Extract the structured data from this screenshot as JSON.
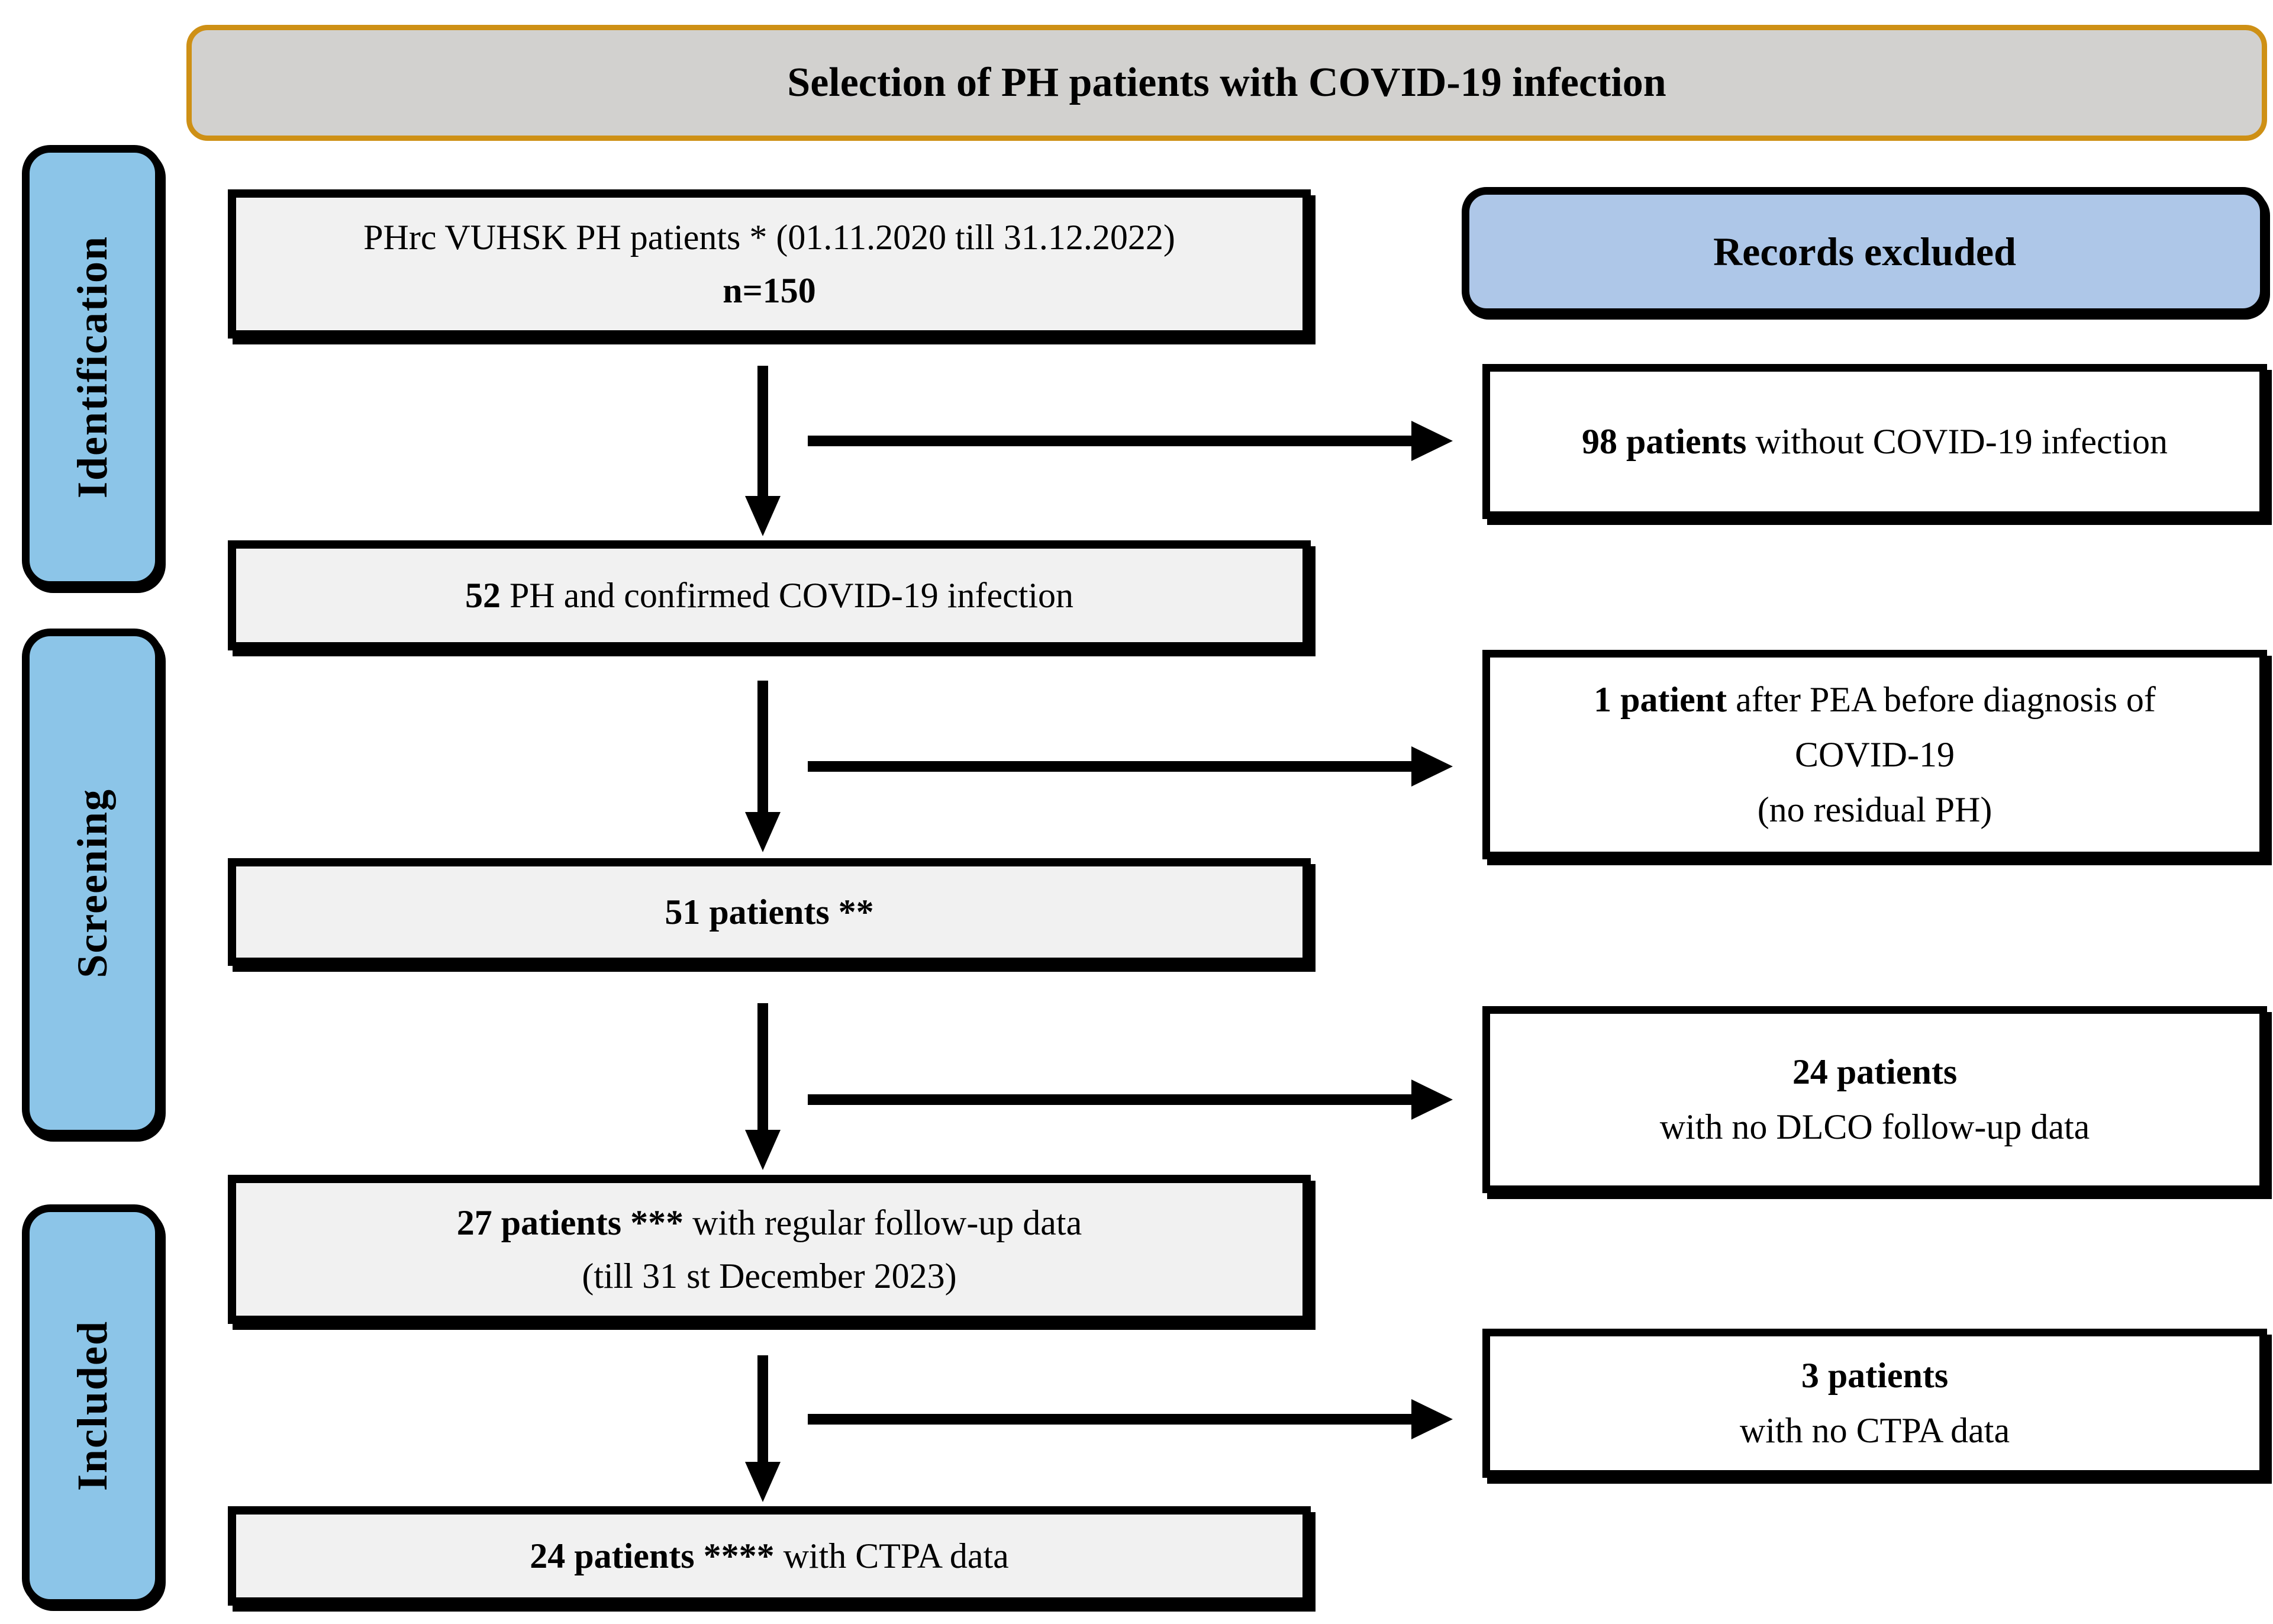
{
  "title": "Selection of PH patients with COVID-19 infection",
  "stages": {
    "identification": "Identification",
    "screening": "Screening",
    "included": "Included"
  },
  "flow": {
    "box1": {
      "line1": "PHrc VUHSK PH patients * (01.11.2020 till 31.12.2022)",
      "line2": "n=150"
    },
    "box2": {
      "bold": "52",
      "rest": " PH and confirmed COVID-19 infection"
    },
    "box3": {
      "bold": "51 patients **",
      "rest": ""
    },
    "box4": {
      "bold": "27 patients ***",
      "rest": " with regular follow-up data",
      "line2": "(till 31 st December 2023)"
    },
    "box5": {
      "bold": "24 patients ****",
      "rest": " with CTPA data"
    }
  },
  "excluded": {
    "header": "Records excluded",
    "box1": {
      "bold": "98 patients",
      "rest": " without COVID-19 infection"
    },
    "box2": {
      "bold": "1 patient",
      "rest": " after PEA before diagnosis of",
      "line2": "COVID-19",
      "line3": "(no residual PH)"
    },
    "box3": {
      "bold": "24 patients",
      "line2": "with no DLCO follow-up data"
    },
    "box4": {
      "bold": "3 patients",
      "line2": "with no CTPA data"
    }
  },
  "colors": {
    "title_fill": "#D2D1CF",
    "title_border": "#CE9015",
    "stage_fill": "#8CC5E8",
    "excluded_header_fill": "#AEC7E8",
    "flow_fill": "#F1F1F1",
    "arrow_color": "#000000"
  }
}
